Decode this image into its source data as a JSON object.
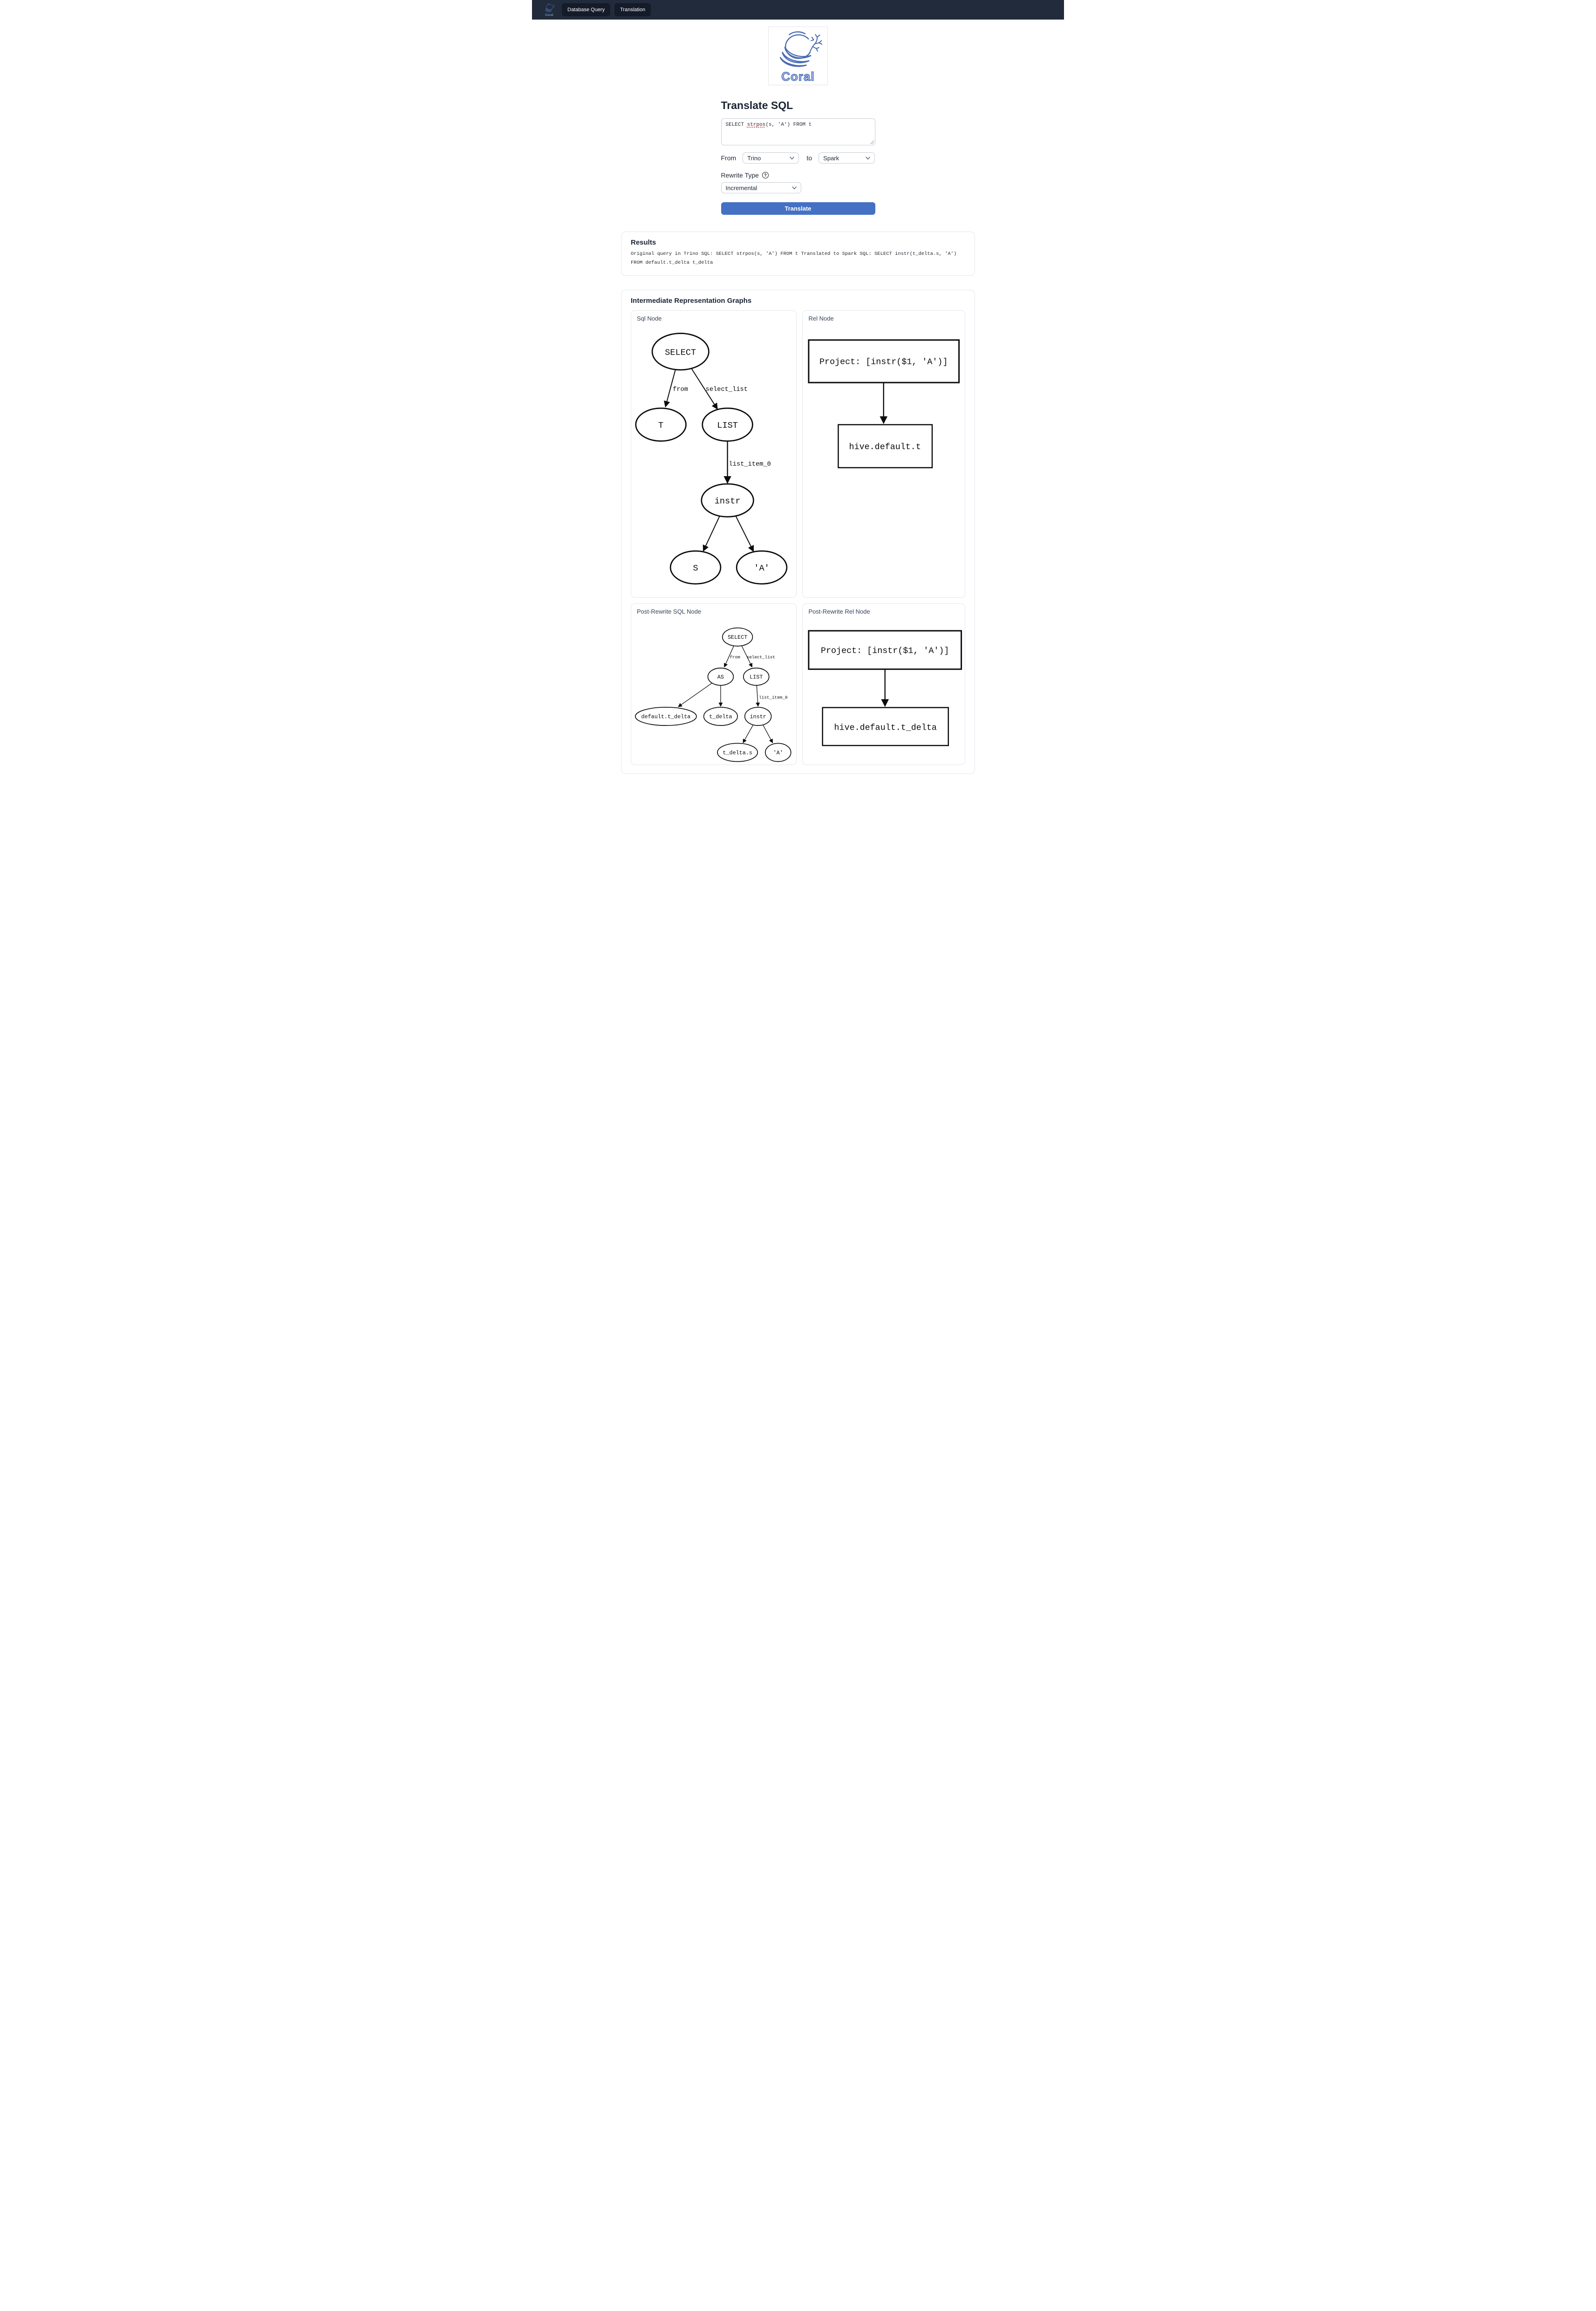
{
  "colors": {
    "accent": "#4471c4",
    "navbar_bg": "#212b3b",
    "navbar_btn_bg": "#141b29",
    "logo_blue": "#4a6cb3",
    "heading": "#1b2433"
  },
  "navbar": {
    "brand": "Coral",
    "items": [
      {
        "label": "Database Query"
      },
      {
        "label": "Translation"
      }
    ]
  },
  "logo": {
    "caption": "Coral"
  },
  "form": {
    "title": "Translate SQL",
    "query": {
      "before": "SELECT ",
      "misspelled": "strpos",
      "after": "(s, 'A') FROM t"
    },
    "from_label": "From",
    "from_value": "Trino",
    "to_label": "to",
    "to_value": "Spark",
    "rewrite_type_label": "Rewrite Type",
    "help_icon": "?",
    "rewrite_type_value": "Incremental",
    "translate_button": "Translate"
  },
  "results": {
    "title": "Results",
    "text": "Original query in Trino SQL: SELECT strpos(s, 'A') FROM t Translated to Spark SQL: SELECT instr(t_delta.s, 'A') FROM default.t_delta t_delta"
  },
  "graphs": {
    "title": "Intermediate Representation Graphs",
    "sql_node": {
      "title": "Sql Node",
      "nodes": {
        "select": "SELECT",
        "t": "T",
        "list": "LIST",
        "instr": "instr",
        "s": "S",
        "a": "'A'"
      },
      "edges": {
        "from": "from",
        "select_list": "select_list",
        "list_item_0": "list_item_0"
      }
    },
    "rel_node": {
      "title": "Rel Node",
      "project": "Project: [instr($1, 'A')]",
      "table": "hive.default.t"
    },
    "post_sql_node": {
      "title": "Post-Rewrite SQL Node",
      "nodes": {
        "select": "SELECT",
        "as": "AS",
        "list": "LIST",
        "default_t_delta": "default.t_delta",
        "t_delta": "t_delta",
        "instr": "instr",
        "t_delta_s": "t_delta.s",
        "a": "'A'"
      },
      "edges": {
        "from": "from",
        "select_list": "select_list",
        "list_item_0": "list_item_0"
      }
    },
    "post_rel_node": {
      "title": "Post-Rewrite Rel Node",
      "project": "Project: [instr($1, 'A')]",
      "table": "hive.default.t_delta"
    }
  }
}
